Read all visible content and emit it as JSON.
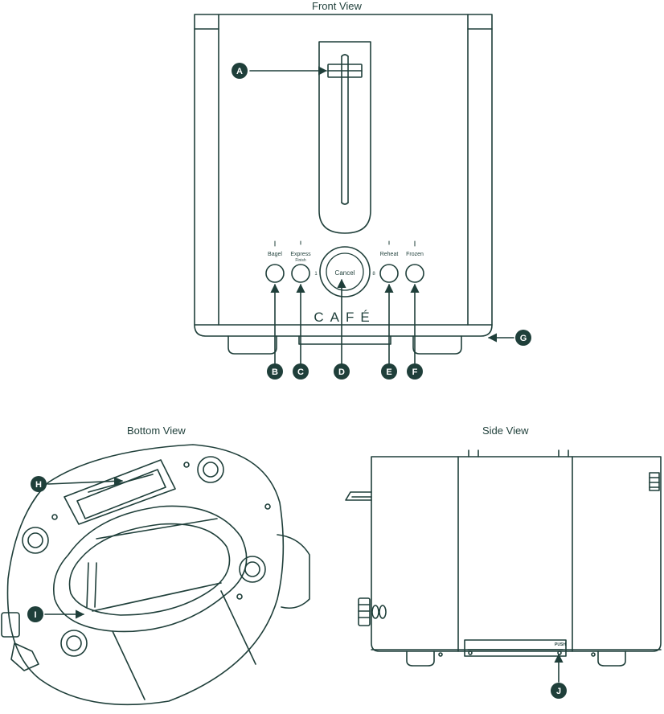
{
  "titles": {
    "front": "Front View",
    "bottom": "Bottom View",
    "side": "Side View"
  },
  "front": {
    "buttons": {
      "bagel": "Bagel",
      "express": "Express",
      "express_sub": "Finish",
      "reheat": "Reheat",
      "frozen": "Frozen"
    },
    "dial": {
      "center": "Cancel",
      "min": "1",
      "max": "8"
    },
    "brand": "CAFÉ"
  },
  "side": {
    "push_label": "PUSH"
  },
  "callouts": {
    "A": "A",
    "B": "B",
    "C": "C",
    "D": "D",
    "E": "E",
    "F": "F",
    "G": "G",
    "H": "H",
    "I": "I",
    "J": "J"
  },
  "colors": {
    "line": "#1f3f3a",
    "callout_fill": "#1f3f3a",
    "callout_text": "#ffffff",
    "background": "#ffffff"
  }
}
